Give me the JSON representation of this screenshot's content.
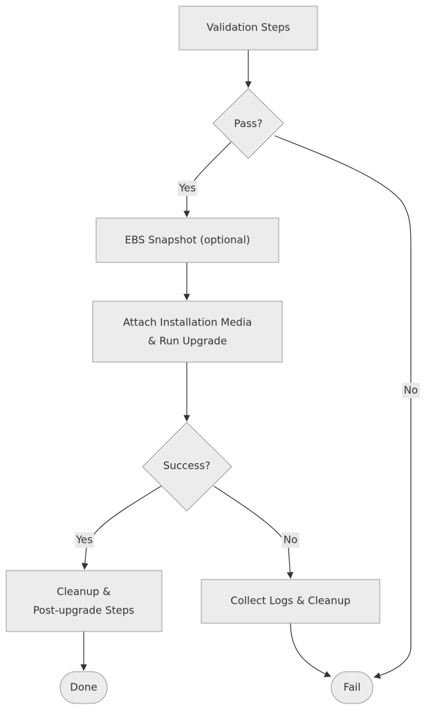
{
  "nodes": {
    "validation": {
      "label": "Validation Steps"
    },
    "pass": {
      "label": "Pass?"
    },
    "ebs": {
      "label": "EBS Snapshot (optional)"
    },
    "attach": {
      "line1": "Attach Installation Media",
      "line2": "& Run Upgrade"
    },
    "success": {
      "label": "Success?"
    },
    "cleanup": {
      "line1": "Cleanup &",
      "line2": "Post-upgrade Steps"
    },
    "collect": {
      "label": "Collect Logs & Cleanup"
    },
    "done": {
      "label": "Done"
    },
    "fail": {
      "label": "Fail"
    }
  },
  "edges": {
    "pass_yes": "Yes",
    "pass_no": "No",
    "success_yes": "Yes",
    "success_no": "No"
  }
}
